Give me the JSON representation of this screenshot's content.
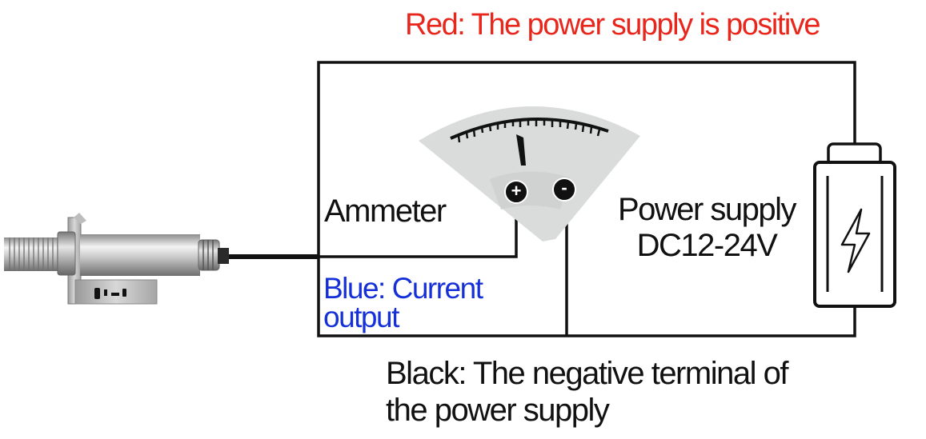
{
  "labels": {
    "red_wire": "Red: The power supply is positive",
    "ammeter": "Ammeter",
    "power_supply_line1": "Power supply",
    "power_supply_line2": "DC12-24V",
    "blue_wire_line1": "Blue: Current",
    "blue_wire_line2": "output",
    "black_wire_line1": "Black: The negative terminal of",
    "black_wire_line2": "the power supply"
  },
  "ammeter": {
    "positive_terminal": "+",
    "negative_terminal": "-"
  },
  "colors": {
    "red_label": "#e8261c",
    "blue_label": "#1530d9",
    "wire": "#111111",
    "ammeter_face": "#d9dcdb"
  },
  "icons": {
    "battery": "lightning-bolt-battery-icon",
    "sensor": "infrared-sensor-probe-icon"
  }
}
